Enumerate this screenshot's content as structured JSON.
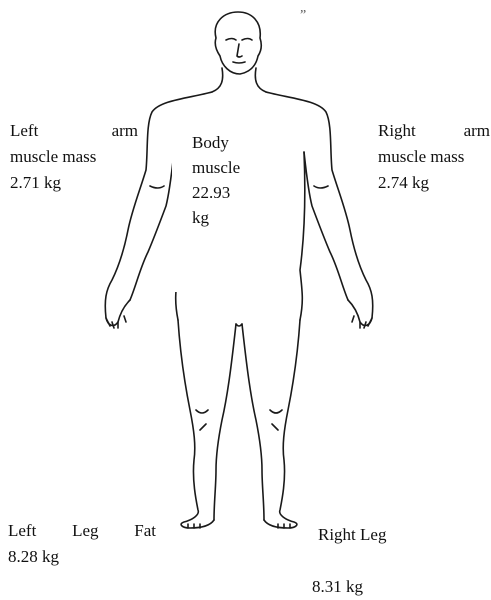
{
  "labels": {
    "left_arm": {
      "word1": "Left",
      "word2": "arm",
      "line2": "muscle mass",
      "value": "2.71 kg"
    },
    "right_arm": {
      "word1": "Right",
      "word2": "arm",
      "line2": "muscle mass",
      "value": "2.74 kg"
    },
    "body_muscle": {
      "line1": "Body",
      "line2": "muscle",
      "line3": "22.93",
      "line4": "kg"
    },
    "left_leg": {
      "word1": "Left",
      "word2": "Leg",
      "word3": "Fat",
      "value": "8.28 kg"
    },
    "right_leg": {
      "title": "Right Leg",
      "value": "8.31 kg"
    }
  },
  "marks": {
    "tick": "”"
  }
}
